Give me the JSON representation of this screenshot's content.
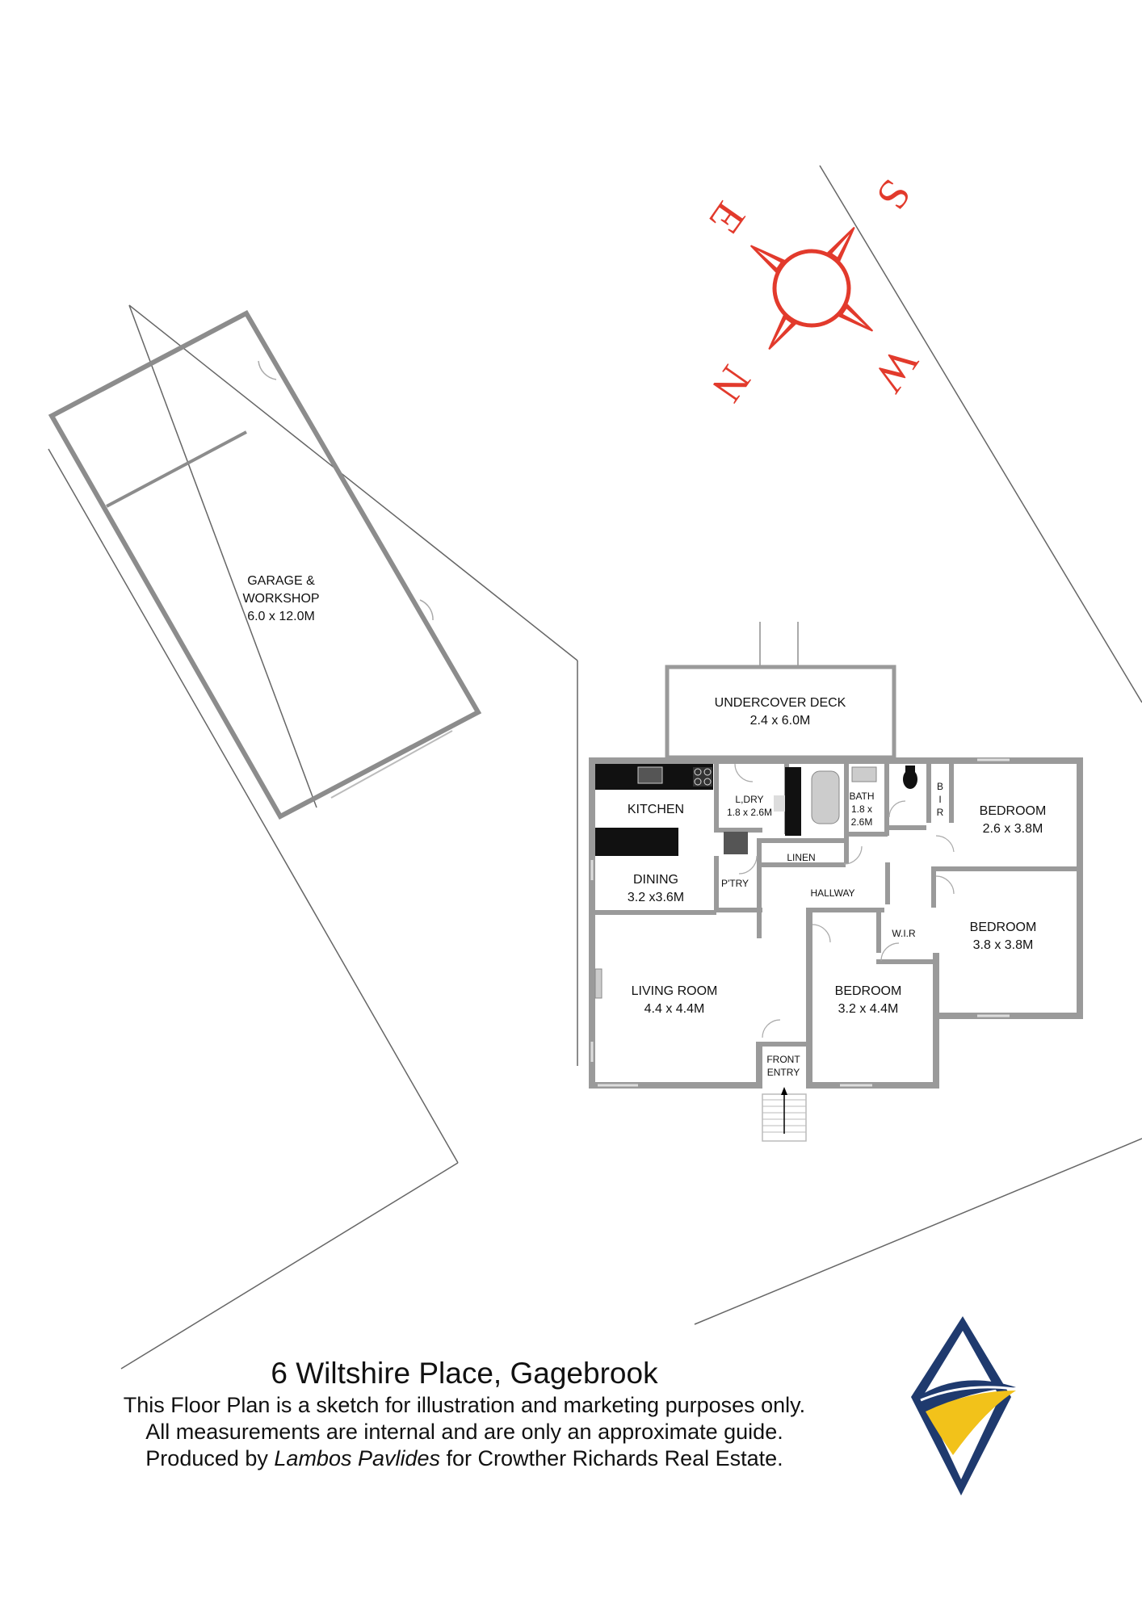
{
  "compass": {
    "north": "N",
    "south": "S",
    "east": "E",
    "west": "W",
    "color": "#e23a2c"
  },
  "rooms": {
    "garage": {
      "line1": "GARAGE &",
      "line2": "WORKSHOP",
      "size": "6.0 x 12.0M"
    },
    "deck": {
      "name": "UNDERCOVER DECK",
      "size": "2.4 x 6.0M"
    },
    "kitchen": {
      "name": "KITCHEN"
    },
    "laundry": {
      "name": "L,DRY",
      "size": "1.8 x 2.6M"
    },
    "bath": {
      "name": "BATH",
      "size_a": "1.8 x",
      "size_b": "2.6M"
    },
    "bir": {
      "b": "B",
      "i": "I",
      "r": "R"
    },
    "bedroom1": {
      "name": "BEDROOM",
      "size": "2.6 x 3.8M"
    },
    "linen": {
      "name": "LINEN"
    },
    "dining": {
      "name": "DINING",
      "size": "3.2 x3.6M"
    },
    "pantry": {
      "name": "P'TRY"
    },
    "hallway": {
      "name": "HALLWAY"
    },
    "bedroom2": {
      "name": "BEDROOM",
      "size": "3.8 x 3.8M"
    },
    "wir": {
      "name": "W.I.R"
    },
    "living": {
      "name": "LIVING ROOM",
      "size": "4.4 x 4.4M"
    },
    "bedroom3": {
      "name": "BEDROOM",
      "size": "3.2 x 4.4M"
    },
    "entry": {
      "line1": "FRONT",
      "line2": "ENTRY"
    }
  },
  "caption": {
    "address": "6 Wiltshire Place, Gagebrook",
    "line1": "This Floor Plan is a sketch for illustration and marketing purposes only.",
    "line2": "All measurements are internal  and are only an approximate guide.",
    "line3_pre": "Produced by ",
    "line3_author": "Lambos Pavlides",
    "line3_post": " for Crowther Richards Real Estate."
  },
  "logo": {
    "colors": {
      "navy": "#1f3a6e",
      "yellow": "#f2c21a",
      "white": "#ffffff"
    }
  }
}
